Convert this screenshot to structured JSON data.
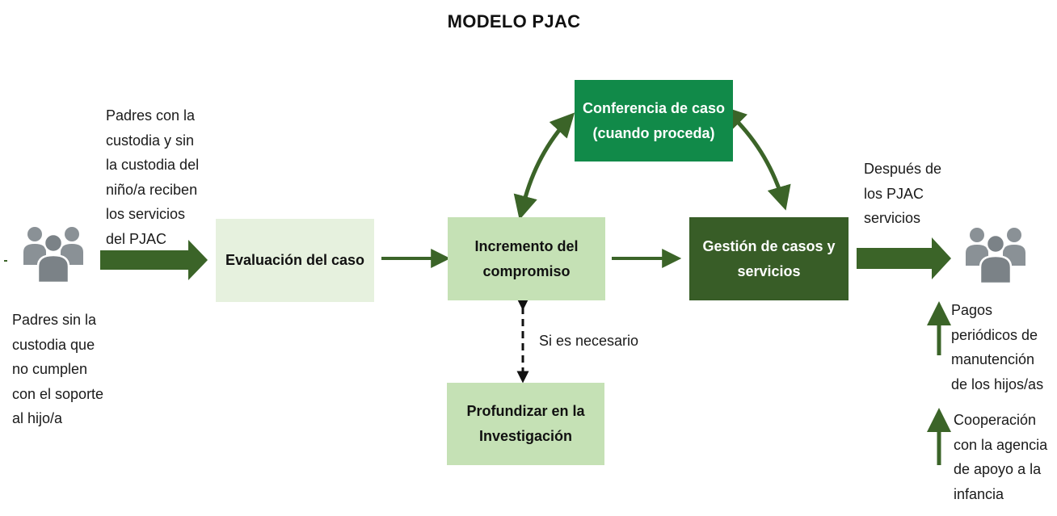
{
  "title": "MODELO  PJAC",
  "texts": {
    "custody_left": [
      "Padres con la",
      "custodia y sin",
      "la custodia del",
      "niño/a reciben",
      "los servicios",
      "del PJAC"
    ],
    "noncustodial": [
      "Padres sin la",
      "custodia que",
      "no cumplen",
      "con el soporte",
      "al hijo/a"
    ],
    "after": [
      "Después de",
      "los PJAC",
      "servicios"
    ],
    "if_needed": "Si es necesario",
    "payments": [
      "Pagos",
      "periódicos de",
      "manutención",
      "de los hijos/as"
    ],
    "cooperation": [
      "Cooperación",
      "con la agencia",
      "de apoyo a la",
      "infancia"
    ]
  },
  "boxes": {
    "evaluation": [
      "Evaluación del caso"
    ],
    "engagement": [
      "Incremento del",
      "compromiso"
    ],
    "conference": [
      "Conferencia de caso",
      "(cuando proceda)"
    ],
    "management": [
      "Gestión de casos y",
      "servicios"
    ],
    "investigation": [
      "Profundizar en la",
      "Investigación"
    ]
  },
  "colors": {
    "arrow": "#3b6428",
    "pale_box": "#e6f1de",
    "light_box": "#c5e1b5",
    "bright_box": "#118a49",
    "dark_box": "#385d27",
    "people_icon": "#8a9196"
  },
  "icons": {
    "left_group": "people-group-icon",
    "right_group": "people-group-icon"
  }
}
